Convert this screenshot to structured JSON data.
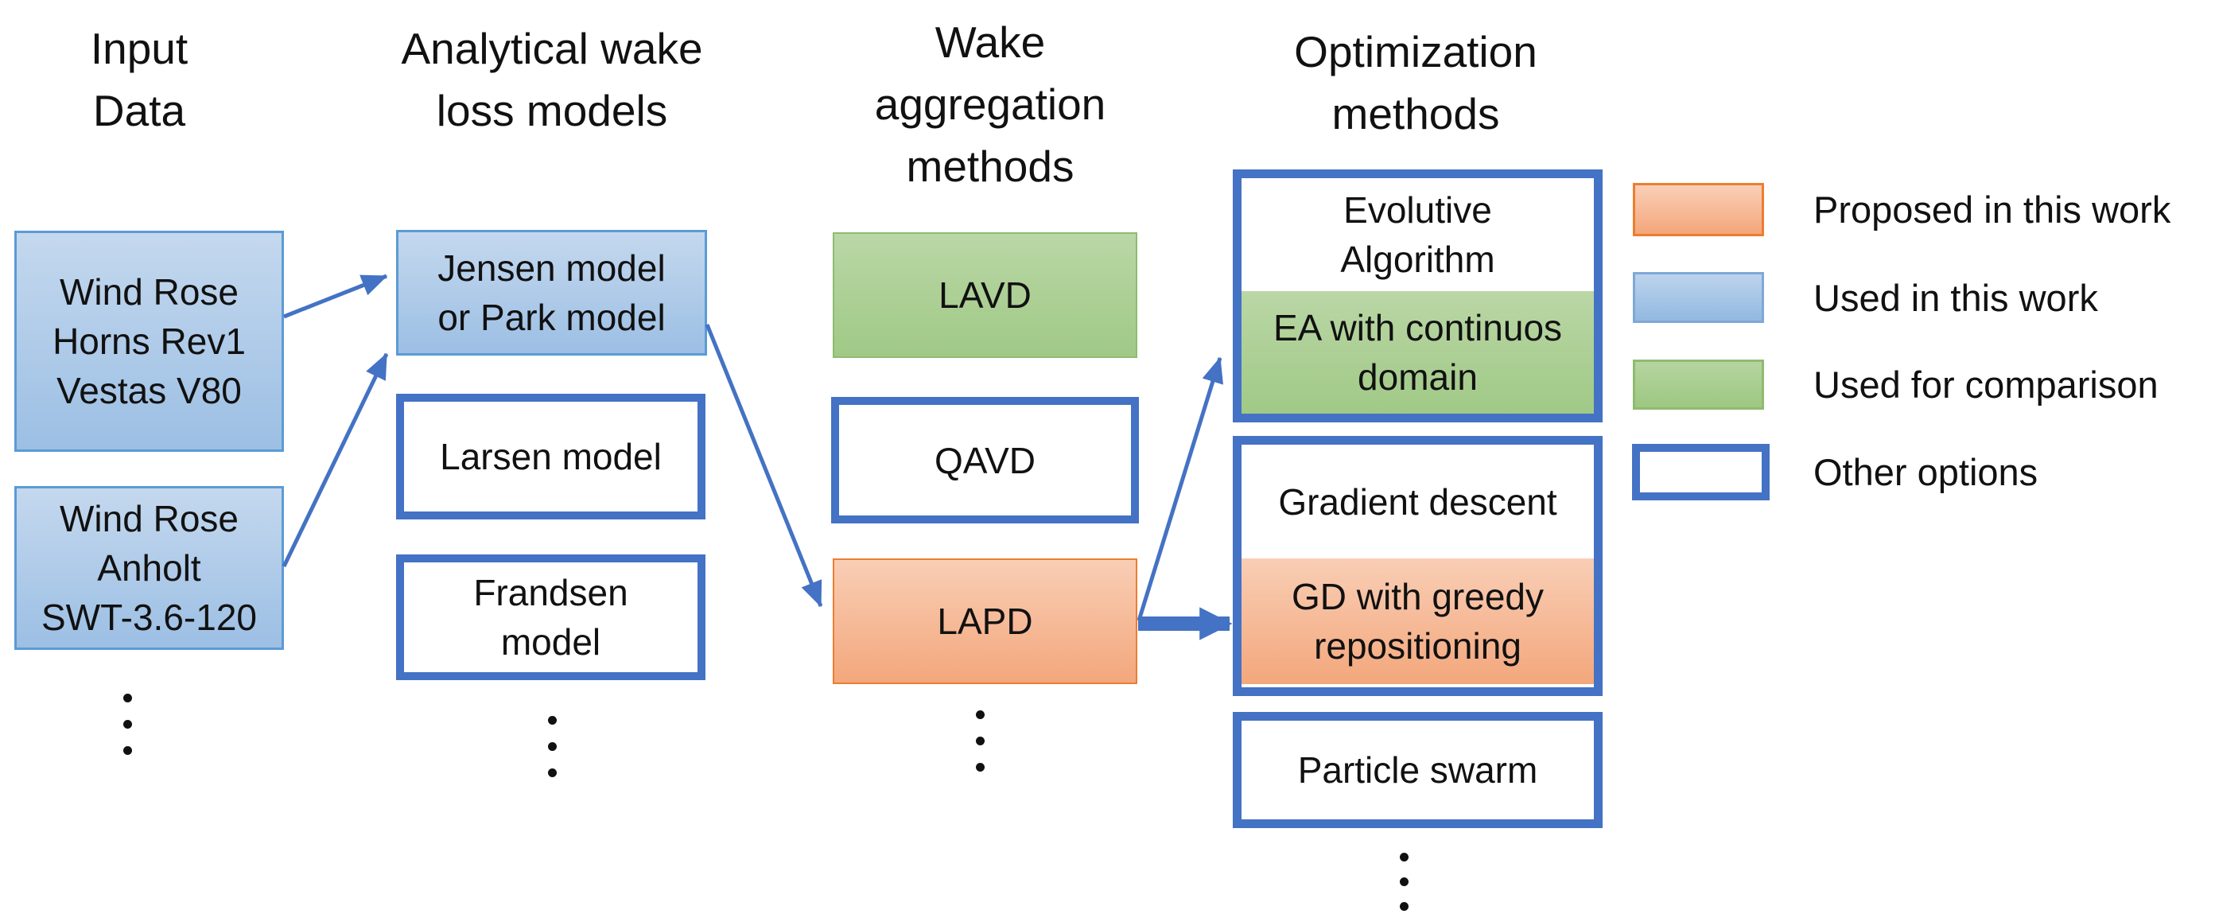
{
  "figure": {
    "type": "flow-diagram",
    "description_visible_text_only": true
  },
  "columns": [
    {
      "header": "Input\nData",
      "boxes": [
        {
          "label": "Wind Rose\nHorns Rev1\nVestas V80",
          "style": "used"
        },
        {
          "label": "Wind Rose\nAnholt\nSWT-3.6-120",
          "style": "used"
        }
      ]
    },
    {
      "header": "Analytical wake\nloss models",
      "boxes": [
        {
          "label": "Jensen model\nor Park model",
          "style": "used"
        },
        {
          "label": "Larsen model",
          "style": "other"
        },
        {
          "label": "Frandsen\nmodel",
          "style": "other"
        }
      ]
    },
    {
      "header": "Wake\naggregation\nmethods",
      "boxes": [
        {
          "label": "LAVD",
          "style": "comparison"
        },
        {
          "label": "QAVD",
          "style": "other"
        },
        {
          "label": "LAPD",
          "style": "proposed"
        }
      ]
    },
    {
      "header": "Optimization\nmethods",
      "boxes": [
        {
          "label": "Evolutive\nAlgorithm",
          "style": "other",
          "sub": {
            "label": "EA with continuos\ndomain",
            "style": "comparison"
          }
        },
        {
          "label": "Gradient descent",
          "style": "other",
          "sub": {
            "label": "GD with greedy\nrepositioning",
            "style": "proposed"
          }
        },
        {
          "label": "Particle swarm",
          "style": "other"
        }
      ]
    }
  ],
  "legend": [
    {
      "label": "Proposed in this work",
      "style": "proposed"
    },
    {
      "label": "Used in this work",
      "style": "used"
    },
    {
      "label": "Used for comparison",
      "style": "comparison"
    },
    {
      "label": "Other options",
      "style": "other"
    }
  ],
  "colors": {
    "accent_blue_border": "#4472C4",
    "blue_fill": "#9CBFE4",
    "blue_fill_border": "#5B9BD5",
    "green_fill": "#A0C986",
    "green_fill_border": "#8FBB70",
    "orange_fill": "#F3A77C",
    "orange_fill_border": "#ED7D31",
    "arrow": "#4472C4",
    "text": "#111111"
  },
  "icons": {
    "ellipsis": "vertical-ellipsis",
    "connector": "arrow"
  }
}
